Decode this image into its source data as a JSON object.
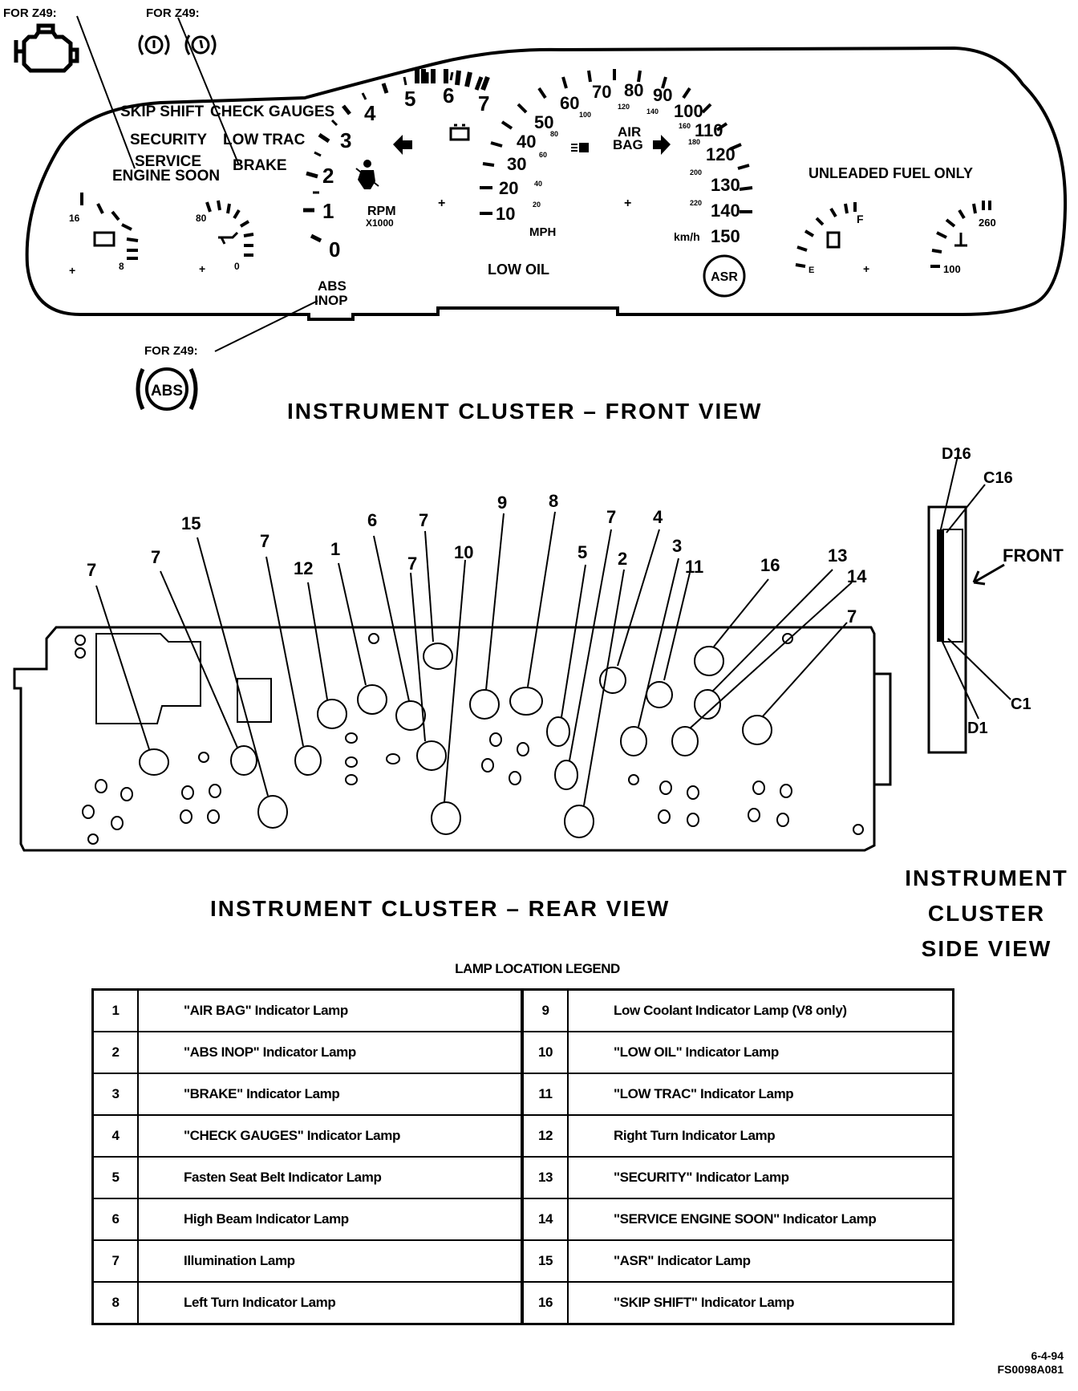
{
  "front": {
    "title": "INSTRUMENT CLUSTER  –  FRONT VIEW",
    "for_z49": "FOR Z49:",
    "labels": {
      "skip_shift": "SKIP SHIFT",
      "check_gauges": "CHECK GAUGES",
      "security": "SECURITY",
      "low_trac": "LOW TRAC",
      "service": "SERVICE",
      "engine_soon": "ENGINE SOON",
      "brake": "BRAKE",
      "rpm": "RPM",
      "x1000": "X1000",
      "mph": "MPH",
      "low_oil": "LOW OIL",
      "air": "AIR",
      "bag": "BAG",
      "kmh": "km/h",
      "asr": "ASR",
      "unleaded": "UNLEADED FUEL ONLY",
      "abs_inop_1": "ABS",
      "abs_inop_2": "INOP",
      "abs": "ABS"
    },
    "tach_numbers": [
      "0",
      "1",
      "2",
      "3",
      "4",
      "5",
      "6",
      "7"
    ],
    "mph_numbers": [
      "10",
      "20",
      "30",
      "40",
      "50",
      "60",
      "70",
      "80",
      "90",
      "100",
      "110",
      "120",
      "130",
      "140",
      "150"
    ],
    "kmh_numbers": [
      "20",
      "40",
      "60",
      "80",
      "100",
      "120",
      "140",
      "160",
      "180",
      "200",
      "220"
    ],
    "volt_numbers": [
      "16",
      "8"
    ],
    "oil_numbers": [
      "80",
      "0"
    ],
    "fuel_numbers": [
      "F",
      "E"
    ],
    "temp_numbers": [
      "260",
      "100"
    ]
  },
  "rear": {
    "title": "INSTRUMENT CLUSTER  –  REAR VIEW",
    "callouts": [
      "7",
      "7",
      "15",
      "7",
      "12",
      "1",
      "6",
      "7",
      "7",
      "10",
      "9",
      "8",
      "5",
      "7",
      "2",
      "4",
      "3",
      "11",
      "16",
      "13",
      "14",
      "7"
    ]
  },
  "side": {
    "title_lines": [
      "INSTRUMENT",
      "CLUSTER",
      "SIDE VIEW"
    ],
    "labels": {
      "d16": "D16",
      "c16": "C16",
      "front": "FRONT",
      "c1": "C1",
      "d1": "D1"
    }
  },
  "legend": {
    "title": "LAMP LOCATION LEGEND",
    "rows": [
      {
        "n1": "1",
        "d1": "\"AIR BAG\" Indicator Lamp",
        "n2": "9",
        "d2": "Low Coolant Indicator Lamp (V8 only)"
      },
      {
        "n1": "2",
        "d1": "\"ABS INOP\" Indicator Lamp",
        "n2": "10",
        "d2": "\"LOW OIL\" Indicator Lamp"
      },
      {
        "n1": "3",
        "d1": "\"BRAKE\" Indicator Lamp",
        "n2": "11",
        "d2": "\"LOW TRAC\" Indicator Lamp"
      },
      {
        "n1": "4",
        "d1": "\"CHECK GAUGES\" Indicator Lamp",
        "n2": "12",
        "d2": "Right Turn Indicator Lamp"
      },
      {
        "n1": "5",
        "d1": "Fasten Seat Belt Indicator Lamp",
        "n2": "13",
        "d2": "\"SECURITY\" Indicator Lamp"
      },
      {
        "n1": "6",
        "d1": "High Beam Indicator Lamp",
        "n2": "14",
        "d2": "\"SERVICE ENGINE SOON\" Indicator Lamp"
      },
      {
        "n1": "7",
        "d1": "Illumination Lamp",
        "n2": "15",
        "d2": "\"ASR\" Indicator Lamp"
      },
      {
        "n1": "8",
        "d1": "Left Turn Indicator Lamp",
        "n2": "16",
        "d2": "\"SKIP SHIFT\" Indicator Lamp"
      }
    ]
  },
  "code": {
    "date": "6-4-94",
    "id": "FS0098A081"
  }
}
